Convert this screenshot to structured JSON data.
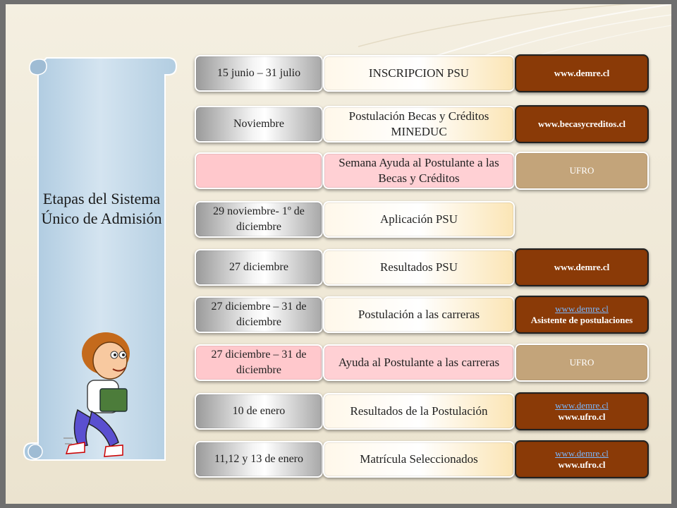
{
  "sidebar": {
    "title": "Etapas del Sistema Único de Admisión"
  },
  "rows": [
    {
      "date": "15 junio – 31 julio",
      "event": "INSCRIPCION PSU",
      "link": "www.demre.cl",
      "link_sub": ""
    },
    {
      "date": "Noviembre",
      "event": "Postulación Becas y Créditos MINEDUC",
      "link": "www.becasycreditos.cl",
      "link_sub": ""
    },
    {
      "date": "",
      "event": "Semana Ayuda al Postulante a las Becas y Créditos",
      "link": "UFRO",
      "link_sub": ""
    },
    {
      "date": "29 noviembre- 1º de diciembre",
      "event": "Aplicación PSU",
      "link": "",
      "link_sub": ""
    },
    {
      "date": "27 diciembre",
      "event": "Resultados PSU",
      "link": "www.demre.cl",
      "link_sub": ""
    },
    {
      "date": "27 diciembre – 31 de diciembre",
      "event": "Postulación a las carreras",
      "link": "www.demre.cl",
      "link_sub": "Asistente de postulaciones"
    },
    {
      "date": "27 diciembre – 31 de diciembre",
      "event": "Ayuda al Postulante a las carreras",
      "link": "UFRO",
      "link_sub": ""
    },
    {
      "date": "10 de enero",
      "event": "Resultados de la Postulación",
      "link": "www.demre.cl",
      "link_sub": "www.ufro.cl"
    },
    {
      "date": "11,12 y 13 de enero",
      "event": "Matrícula Seleccionados",
      "link": "www.demre.cl",
      "link_sub": "www.ufro.cl"
    }
  ],
  "colors": {
    "link_brown": "#8a3a07",
    "link_tan": "#c3a47a",
    "pink": "#ffc8cc",
    "scroll_blue": "#bcd4e6"
  }
}
